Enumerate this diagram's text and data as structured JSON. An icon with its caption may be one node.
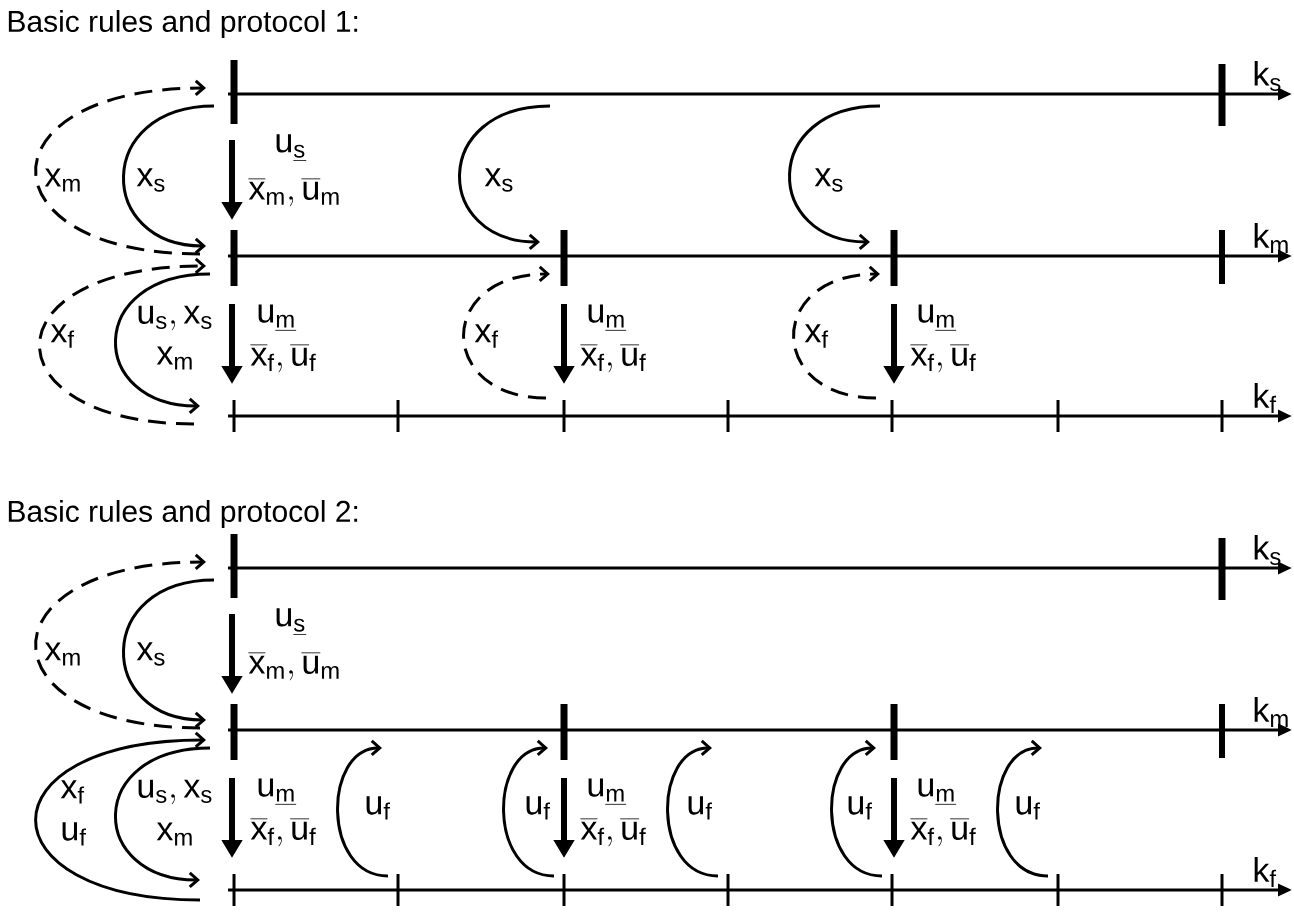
{
  "diagram": {
    "labels": [
      "Basic rules and protocol 1:",
      "\\mathrm{k_{s}}",
      "\\mathrm{x_{m}}",
      "\\mathrm{x_{s}}",
      "\\mathrm{u}_{\\underline{\\mathrm{s}}}",
      "\\overline{\\mathrm{x}}_{\\mathrm{m}},\\overline{\\mathrm{u}}_{\\mathrm{m}}",
      "\\mathrm{x_{s}}",
      "\\mathrm{x_{s}}",
      "\\mathrm{k_{m}}",
      "\\mathrm{x_{f}}",
      "\\mathrm{u_{s},x_{s}}",
      "\\mathrm{x_{m}}",
      "\\mathrm{u}_{\\underline{\\mathrm{m}}}",
      "\\overline{\\mathrm{x}}_{\\mathrm{f}},\\overline{\\mathrm{u}}_{\\mathrm{f}}",
      "\\mathrm{x_{f}}",
      "\\mathrm{u}_{\\underline{\\mathrm{m}}}",
      "\\overline{\\mathrm{x}}_{\\mathrm{f}},\\overline{\\mathrm{u}}_{\\mathrm{f}}",
      "\\mathrm{x_{f}}",
      "\\mathrm{u}_{\\underline{\\mathrm{m}}}",
      "\\overline{\\mathrm{x}}_{\\mathrm{f}},\\overline{\\mathrm{u}}_{\\mathrm{f}}",
      "\\mathrm{k_{f}}",
      "Basic rules and protocol 2:",
      "\\mathrm{k_{s}}",
      "\\mathrm{x_{m}}",
      "\\mathrm{x_{s}}",
      "\\mathrm{u}_{\\underline{\\mathrm{s}}}",
      "\\overline{\\mathrm{x}}_{\\mathrm{m}},\\overline{\\mathrm{u}}_{\\mathrm{m}}",
      "\\mathrm{k_{m}}",
      "\\mathrm{x_{f}}",
      "\\mathrm{u_{f}}",
      "\\mathrm{u_{s},x_{s}}",
      "\\mathrm{x_{m}}",
      "\\mathrm{u}_{\\underline{\\mathrm{m}}}",
      "\\overline{\\mathrm{x}}_{\\mathrm{f}},\\overline{\\mathrm{u}}_{\\mathrm{f}}",
      "\\mathrm{u_{f}}",
      "\\mathrm{u_{f}}",
      "\\mathrm{u}_{\\underline{\\mathrm{m}}}",
      "\\overline{\\mathrm{x}}_{\\mathrm{f}},\\overline{\\mathrm{u}}_{\\mathrm{f}}",
      "\\mathrm{u_{f}}",
      "\\mathrm{u_{f}}",
      "\\mathrm{u}_{\\underline{\\mathrm{m}}}",
      "\\overline{\\mathrm{x}}_{\\mathrm{f}},\\overline{\\mathrm{u}}_{\\mathrm{f}}",
      "\\mathrm{u_{f}}",
      "\\mathrm{k_{f}}"
    ]
  }
}
